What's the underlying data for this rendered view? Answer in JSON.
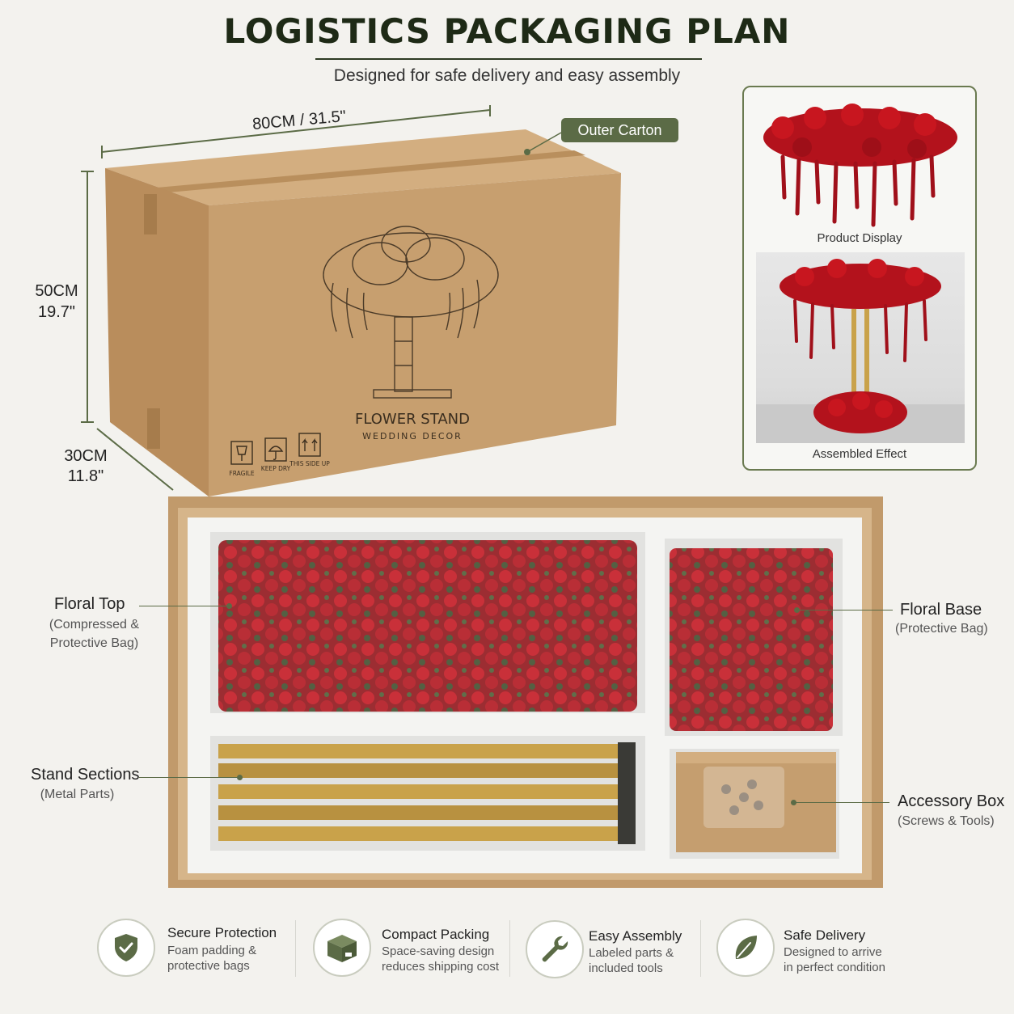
{
  "header": {
    "title": "LOGISTICS PACKAGING PLAN",
    "subtitle": "Designed for safe delivery and easy assembly"
  },
  "carton": {
    "badge": "Outer Carton",
    "length_label": "80CM / 31.5\"",
    "height_cm": "50CM",
    "height_in": "19.7\"",
    "depth_cm": "30CM",
    "depth_in": "11.8\"",
    "brand": "FLOWER STAND",
    "brand_sub": "WEDDING DECOR",
    "handling": [
      "FRAGILE",
      "KEEP DRY",
      "THIS SIDE UP"
    ]
  },
  "product_panel": {
    "display_caption": "Product Display",
    "assembled_caption": "Assembled Effect"
  },
  "contents": {
    "floral_top": {
      "title": "Floral Top",
      "sub1": "(Compressed &",
      "sub2": "Protective Bag)"
    },
    "floral_base": {
      "title": "Floral Base",
      "sub": "(Protective Bag)"
    },
    "stand_sections": {
      "title": "Stand Sections",
      "sub": "(Metal Parts)"
    },
    "accessory_box": {
      "title": "Accessory Box",
      "sub": "(Screws & Tools)"
    }
  },
  "features": [
    {
      "icon": "shield-check-icon",
      "title": "Secure Protection",
      "line1": "Foam padding &",
      "line2": "protective bags"
    },
    {
      "icon": "package-icon",
      "title": "Compact Packing",
      "line1": "Space-saving design",
      "line2": "reduces shipping cost"
    },
    {
      "icon": "wrench-icon",
      "title": "Easy Assembly",
      "line1": "Labeled parts &",
      "line2": "included tools"
    },
    {
      "icon": "leaf-icon",
      "title": "Safe Delivery",
      "line1": "Designed to arrive",
      "line2": "in perfect condition"
    }
  ],
  "colors": {
    "accent": "#5b6b46",
    "cardboard": "#c59e6f",
    "rose": "#b3121c",
    "title": "#1e2a16"
  }
}
